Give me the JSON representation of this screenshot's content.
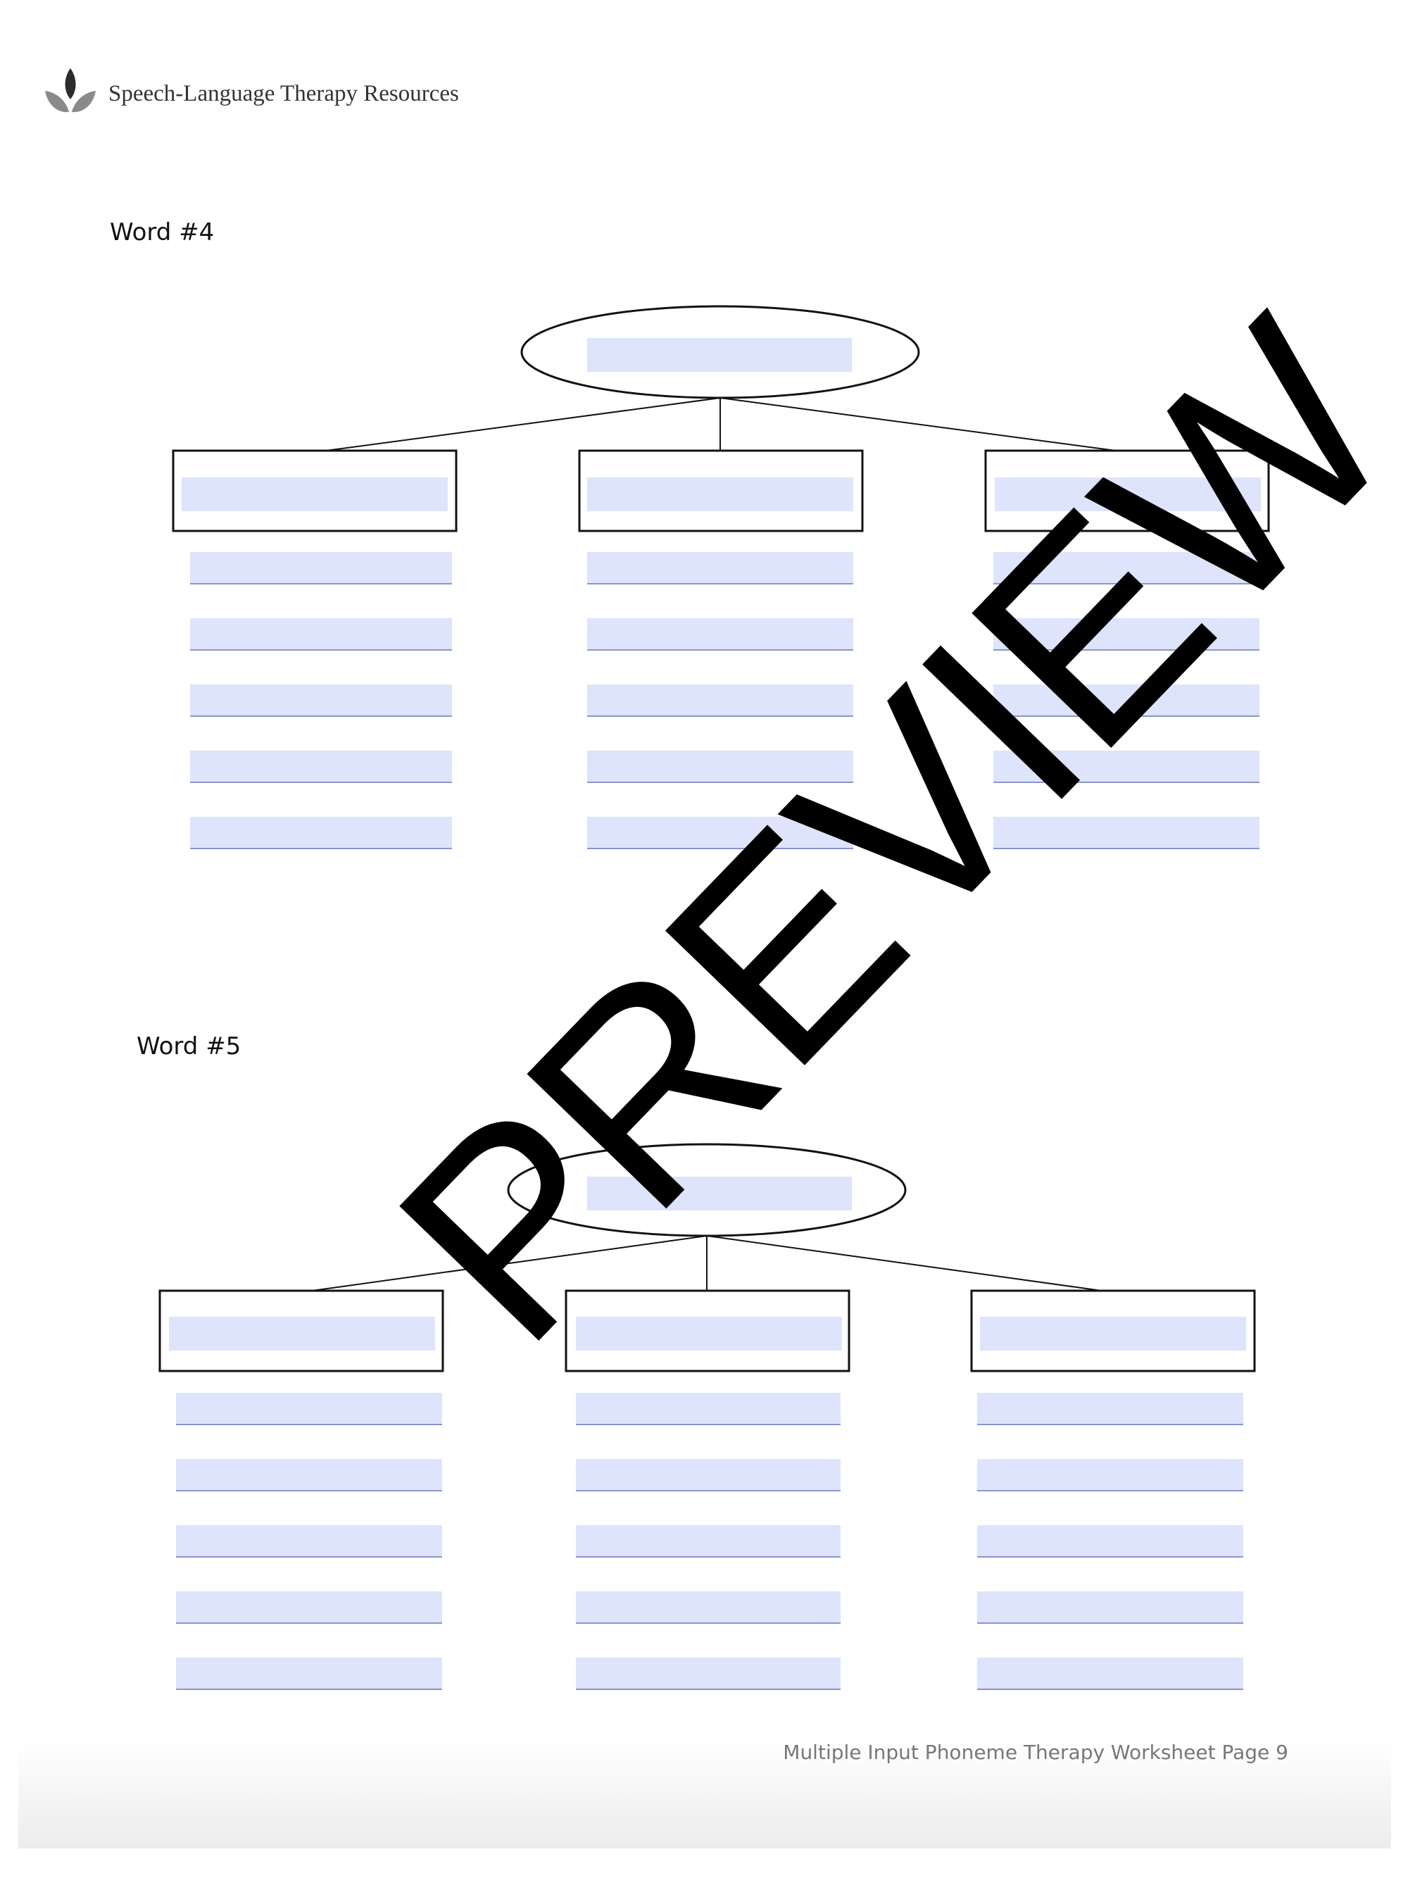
{
  "header": {
    "brand": "Speech-Language Therapy Resources",
    "logo_icon": "leaf-lotus-icon"
  },
  "sections": [
    {
      "label": "Word #4",
      "root_field": "",
      "branches": [
        {
          "heading_field": "",
          "items": [
            "",
            "",
            "",
            "",
            ""
          ]
        },
        {
          "heading_field": "",
          "items": [
            "",
            "",
            "",
            "",
            ""
          ]
        },
        {
          "heading_field": "",
          "items": [
            "",
            "",
            "",
            "",
            ""
          ]
        }
      ]
    },
    {
      "label": "Word #5",
      "root_field": "",
      "branches": [
        {
          "heading_field": "",
          "items": [
            "",
            "",
            "",
            "",
            ""
          ]
        },
        {
          "heading_field": "",
          "items": [
            "",
            "",
            "",
            "",
            ""
          ]
        },
        {
          "heading_field": "",
          "items": [
            "",
            "",
            "",
            "",
            ""
          ]
        }
      ]
    }
  ],
  "footer": {
    "text": "Multiple Input Phoneme Therapy Worksheet Page 9"
  },
  "watermark": {
    "text": "PREVIEW"
  },
  "colors": {
    "field_fill": "#dde4fb",
    "field_underline": "#8b96c9",
    "watermark": "#000000"
  }
}
